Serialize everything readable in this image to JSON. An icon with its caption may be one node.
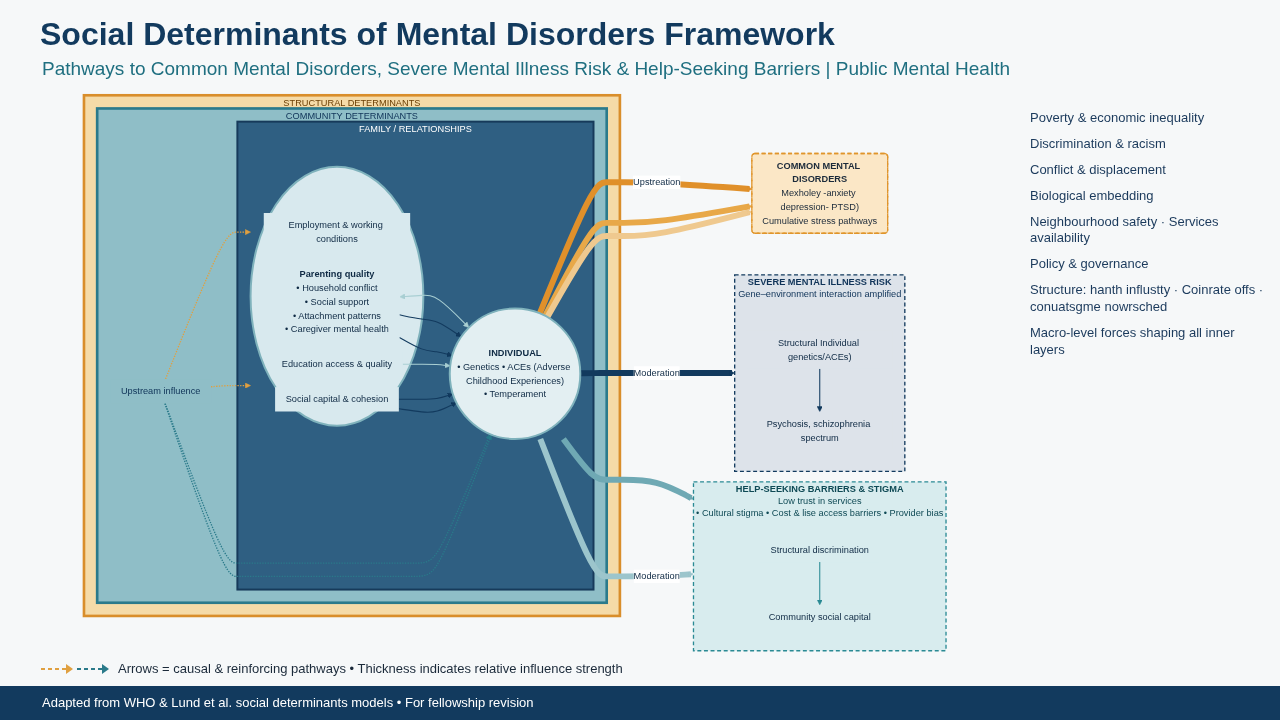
{
  "diagram": {
    "title": "Social Determinants of Mental Disorders Framework",
    "caption": "Adapted from WHO & Lund et al. social determinants models • For fellowship revision",
    "nodes": [
      {
        "text": [
          "STRUCTURAL DETERMINANTS"
        ]
      },
      {
        "text": [
          "COMMUNITY DETERMINANTS"
        ],
        "in": 0
      },
      {
        "text": [
          "FAMILY / RELATIONSHIPS"
        ],
        "in": 1
      },
      {
        "text": [],
        "shape": "circle",
        "in": 2
      },
      {
        "text": [
          "Parenting quality",
          "• Household conflict",
          "• Social support",
          "• Attachment patterns",
          "• Caregiver mental health"
        ],
        "in": 3
      },
      {
        "text": [
          "Employment & working conditions"
        ],
        "in": 3
      },
      {
        "text": [
          "Education access & quality"
        ],
        "in": 3
      },
      {
        "text": [
          "Social capital & cohesion"
        ],
        "in": 3
      },
      {
        "text": [
          "INDIVIDUAL",
          "• Genetics • ACEs (Adverse Childhood Experiences)",
          "• Temperament"
        ],
        "in": 2
      },
      {
        "text": [
          "Upstream influence"
        ],
        "in": 1
      },
      {
        "text": [
          "COMMON MENTAL DISORDERS",
          "Mexholey -anxiety depression- PTSD)",
          "Cumulative stress pathways"
        ]
      },
      {
        "text": [
          "SEVERE MENTAL ILLNESS RISK",
          "Gene–environment interaction amplified"
        ]
      },
      {
        "text": [
          "Structural Individual genetics/ACEs)"
        ],
        "in": 11
      },
      {
        "text": [
          "Psychosis, schizophrenia spectrum"
        ],
        "in": 11
      },
      {
        "text": [
          "HELP-SEEKING BARRIERS & STIGMA",
          "Low trust in services",
          "• Cultural stigma • Cost & lise access barriers • Provider bias"
        ]
      },
      {
        "text": [
          "Structural discrimination"
        ],
        "in": 14
      },
      {
        "text": [
          "Community social capital"
        ],
        "in": 14
      }
    ],
    "edges": [
      {
        "from": 4,
        "to": 8,
        "arrow": "both",
        "color": "#a9cfd3"
      },
      {
        "from": 4,
        "to": 8,
        "arrow": "to"
      },
      {
        "from": 4,
        "to": 8,
        "arrow": "to"
      },
      {
        "from": 6,
        "to": 8,
        "arrow": "to",
        "color": "#a9cfd3"
      },
      {
        "from": 7,
        "to": 8,
        "arrow": "to"
      },
      {
        "from": 7,
        "to": 8,
        "arrow": "to"
      },
      {
        "from": 9,
        "to": 3,
        "arrow": "to",
        "style": "dashed",
        "color": "#e0a040"
      },
      {
        "from": 9,
        "to": 3,
        "arrow": "to",
        "style": "dashed",
        "color": "#e0a040"
      },
      {
        "from": 9,
        "to": 8,
        "arrow": "to",
        "style": "dashed",
        "color": "#2a7a8a"
      },
      {
        "from": 9,
        "to": 8,
        "arrow": "to",
        "style": "dashed",
        "color": "#2a7a8a"
      },
      {
        "from": 8,
        "to": 10,
        "arrow": "to",
        "label": "Upstreation",
        "style": "thick",
        "color": "#e0902a"
      },
      {
        "from": 8,
        "to": 10,
        "arrow": "to",
        "style": "thick",
        "color": "#e8a848"
      },
      {
        "from": 8,
        "to": 10,
        "arrow": "to",
        "style": "thick",
        "color": "#efc98f"
      },
      {
        "from": 8,
        "to": 11,
        "arrow": "to",
        "label": "Moderation",
        "style": "thick"
      },
      {
        "from": 8,
        "to": 14,
        "arrow": "to",
        "style": "thick",
        "color": "#6fa9b4"
      },
      {
        "from": 8,
        "to": 14,
        "arrow": "to",
        "label": "Moderation",
        "style": "thick",
        "color": "#9cc5cc"
      },
      {
        "from": 12,
        "to": 13,
        "arrow": "to"
      },
      {
        "from": 15,
        "to": 16,
        "arrow": "to",
        "color": "#2a8a94"
      }
    ],
    "labels": [
      "Pathways to Common Mental Disorders, Severe Mental Illness Risk & Help-Seeking Barriers | Public Mental Health",
      "Poverty & economic inequality",
      "Discrimination & racism",
      "Conflict & displacement",
      "Biological embedding",
      "Neighbourhood safety · Services availability",
      "Policy & governance",
      "Structure: hanth influstty · Coinrate offs · conuatsgme nowrsched",
      "Macro-level forces shaping all inner layers"
    ],
    "legend": [
      {
        "text": "Arrows = causal & reinforcing pathways • Thickness indicates relative influence strength"
      }
    ]
  }
}
